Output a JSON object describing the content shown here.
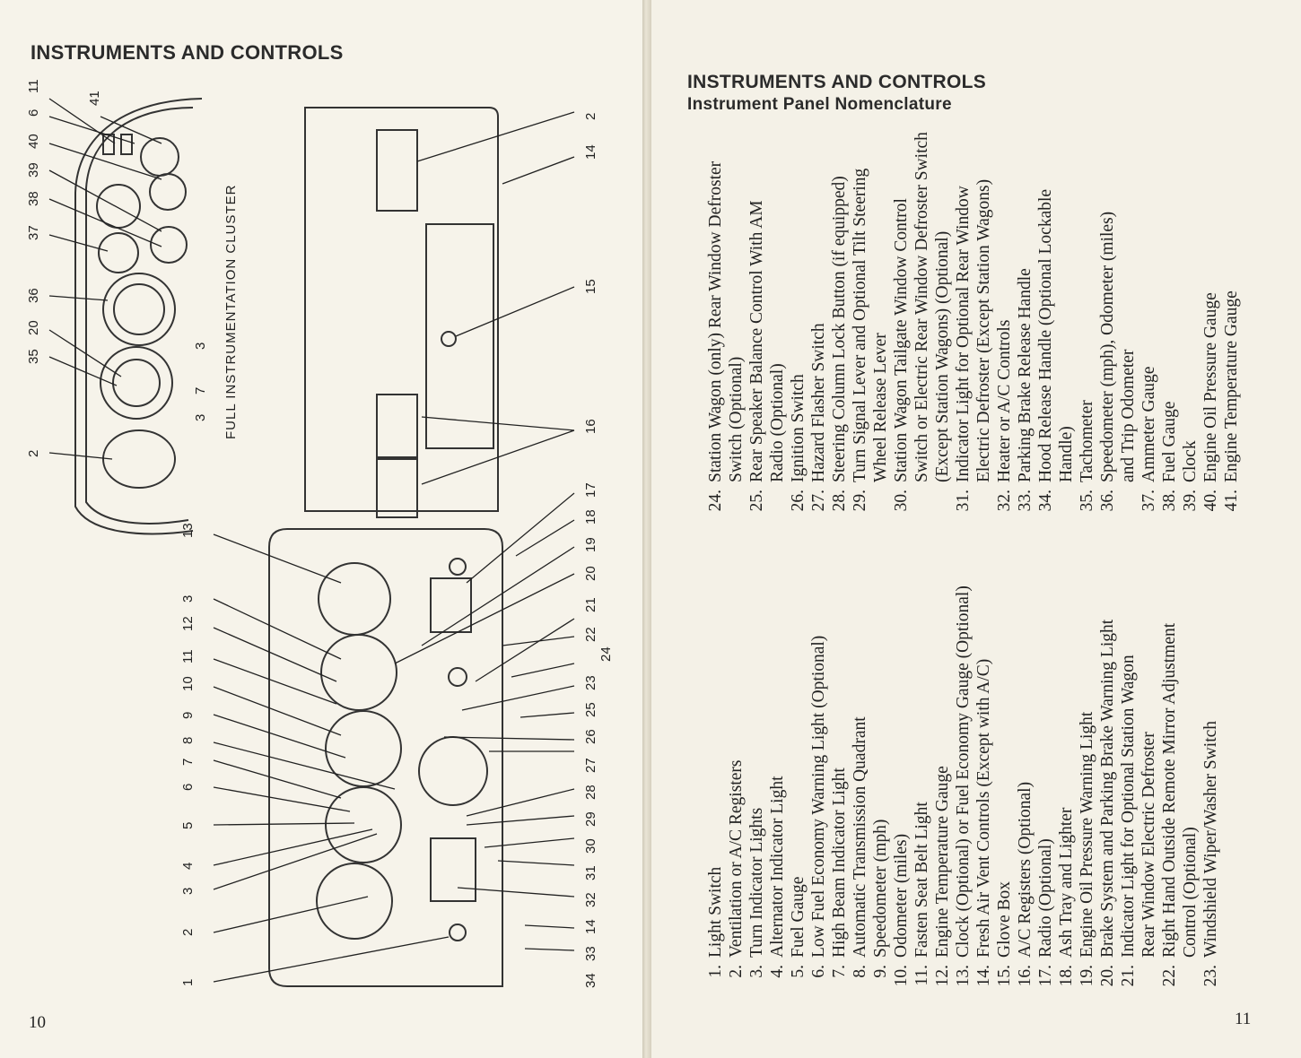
{
  "left_page": {
    "heading": "INSTRUMENTS AND CONTROLS",
    "page_number": "10",
    "cluster_caption": "FULL INSTRUMENTATION CLUSTER",
    "cluster_callouts": [
      "2",
      "35",
      "20",
      "36",
      "37",
      "38",
      "39",
      "40",
      "6",
      "11",
      "41",
      "3",
      "7",
      "3"
    ],
    "panel_callouts": [
      "13",
      "3",
      "12",
      "11",
      "10",
      "9",
      "8",
      "7",
      "6",
      "5",
      "4",
      "3",
      "2",
      "1",
      "2",
      "14",
      "15",
      "16",
      "17",
      "18",
      "19",
      "20",
      "21",
      "22",
      "24",
      "23",
      "25",
      "26",
      "27",
      "28",
      "29",
      "30",
      "31",
      "32",
      "14",
      "33",
      "34"
    ]
  },
  "right_page": {
    "heading": "INSTRUMENTS AND CONTROLS",
    "subheading": "Instrument Panel Nomenclature",
    "page_number": "11",
    "items": [
      {
        "n": "1.",
        "t": "Light Switch"
      },
      {
        "n": "2.",
        "t": "Ventilation or A/C Registers"
      },
      {
        "n": "3.",
        "t": "Turn Indicator Lights"
      },
      {
        "n": "4.",
        "t": "Alternator Indicator Light"
      },
      {
        "n": "5.",
        "t": "Fuel Gauge"
      },
      {
        "n": "6.",
        "t": "Low Fuel Economy Warning Light (Optional)"
      },
      {
        "n": "7.",
        "t": "High Beam Indicator Light"
      },
      {
        "n": "8.",
        "t": "Automatic Transmission Quadrant"
      },
      {
        "n": "9.",
        "t": "Speedometer (mph)"
      },
      {
        "n": "10.",
        "t": "Odometer (miles)"
      },
      {
        "n": "11.",
        "t": "Fasten Seat Belt Light"
      },
      {
        "n": "12.",
        "t": "Engine Temperature Gauge"
      },
      {
        "n": "13.",
        "t": "Clock (Optional) or Fuel Economy Gauge (Optional)"
      },
      {
        "n": "14.",
        "t": "Fresh Air Vent Controls (Except with A/C)"
      },
      {
        "n": "15.",
        "t": "Glove Box"
      },
      {
        "n": "16.",
        "t": "A/C Registers (Optional)"
      },
      {
        "n": "17.",
        "t": "Radio (Optional)"
      },
      {
        "n": "18.",
        "t": "Ash Tray and Lighter"
      },
      {
        "n": "19.",
        "t": "Engine Oil Pressure Warning Light"
      },
      {
        "n": "20.",
        "t": "Brake System and Parking Brake Warning Light"
      },
      {
        "n": "21.",
        "t": "Indicator Light for Optional Station Wagon"
      },
      {
        "n": "",
        "t": "Rear Window Electric Defroster"
      },
      {
        "n": "22.",
        "t": "Right Hand Outside Remote Mirror Adjustment"
      },
      {
        "n": "",
        "t": "Control (Optional)"
      },
      {
        "n": "23.",
        "t": "Windshield Wiper/Washer Switch"
      }
    ],
    "items2": [
      {
        "n": "24.",
        "t": "Station Wagon (only) Rear Window Defroster"
      },
      {
        "n": "",
        "t": "Switch (Optional)"
      },
      {
        "n": "25.",
        "t": "Rear Speaker Balance Control With AM"
      },
      {
        "n": "",
        "t": "Radio (Optional)"
      },
      {
        "n": "26.",
        "t": "Ignition Switch"
      },
      {
        "n": "27.",
        "t": "Hazard Flasher Switch"
      },
      {
        "n": "28.",
        "t": "Steering Column Lock Button (if equipped)"
      },
      {
        "n": "29.",
        "t": "Turn Signal Lever and Optional Tilt Steering"
      },
      {
        "n": "",
        "t": "Wheel Release Lever"
      },
      {
        "n": "30.",
        "t": "Station Wagon Tailgate Window Control"
      },
      {
        "n": "",
        "t": "Switch or Electric Rear Window Defroster Switch"
      },
      {
        "n": "",
        "t": "(Except Station Wagons) (Optional)"
      },
      {
        "n": "31.",
        "t": "Indicator Light for Optional Rear Window"
      },
      {
        "n": "",
        "t": "Electric Defroster (Except Station Wagons)"
      },
      {
        "n": "32.",
        "t": "Heater or A/C Controls"
      },
      {
        "n": "33.",
        "t": "Parking Brake Release Handle"
      },
      {
        "n": "34.",
        "t": "Hood Release Handle (Optional Lockable"
      },
      {
        "n": "",
        "t": "Handle)"
      },
      {
        "n": "35.",
        "t": "Tachometer"
      },
      {
        "n": "36.",
        "t": "Speedometer (mph), Odometer (miles)"
      },
      {
        "n": "",
        "t": "and Trip Odometer"
      },
      {
        "n": "37.",
        "t": "Ammeter Gauge"
      },
      {
        "n": "38.",
        "t": "Fuel Gauge"
      },
      {
        "n": "39.",
        "t": "Clock"
      },
      {
        "n": "40.",
        "t": "Engine Oil Pressure Gauge"
      },
      {
        "n": "41.",
        "t": "Engine Temperature Gauge"
      }
    ]
  }
}
